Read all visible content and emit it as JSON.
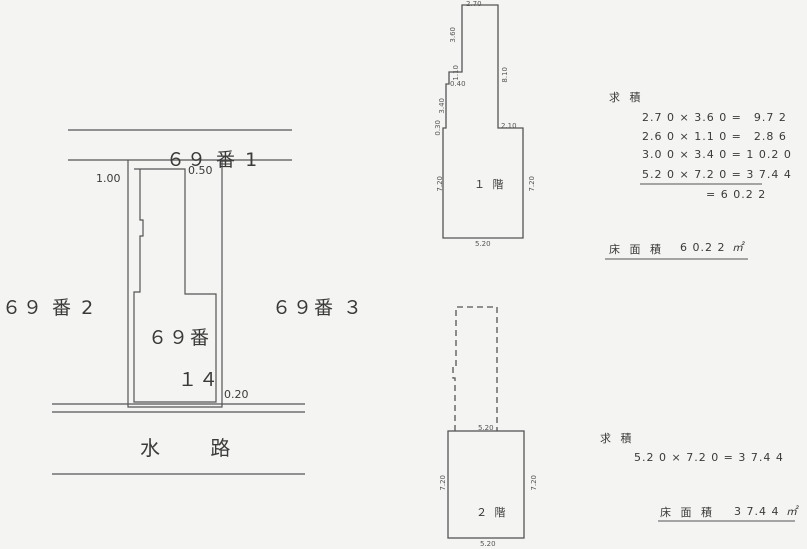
{
  "site_plan": {
    "lot_north": "６９ 番 1",
    "lot_west": "６９ 番 2",
    "lot_east": "６９番 ３",
    "subject_lot_line1": "６９番",
    "subject_lot_line2": "１４",
    "waterway": "水 路",
    "dim_top_left": "1.00",
    "dim_top_right": "0.50",
    "dim_bottom_right": "0.20"
  },
  "floor1": {
    "label": "１ 階",
    "dims": {
      "top_width": "2.70",
      "upper_height": "3.60",
      "mid_height": "1.10",
      "step_left": "0.40",
      "left_step": "3.40",
      "left_small": "0.30",
      "right_upper": "8.10",
      "right_step": "2.10",
      "left_lower": "7.20",
      "right_lower": "7.20",
      "bottom_width": "5.20"
    }
  },
  "floor2": {
    "label": "２ 階",
    "dims": {
      "top_width": "5.20",
      "left_height": "7.20",
      "right_height": "7.20",
      "bottom_width": "5.20"
    }
  },
  "calc1": {
    "heading": "求 積",
    "lines": [
      "2.7 0 × 3.6 0 =　9.7 2",
      "2.6 0 × 1.1 0 =　2.8 6",
      "3.0 0 × 3.4 0 = 1 0.2 0",
      "5.2 0 × 7.2 0 = 3 7.4 4"
    ],
    "total": "= 6 0.2 2",
    "area_label": "床 面 積",
    "area_value": "6 0.2 2",
    "area_unit": "㎡"
  },
  "calc2": {
    "heading": "求 積",
    "line": "5.2 0 × 7.2 0 = 3 7.4 4",
    "area_label": "床 面 積",
    "area_value": "3 7.4 4",
    "area_unit": "㎡"
  }
}
